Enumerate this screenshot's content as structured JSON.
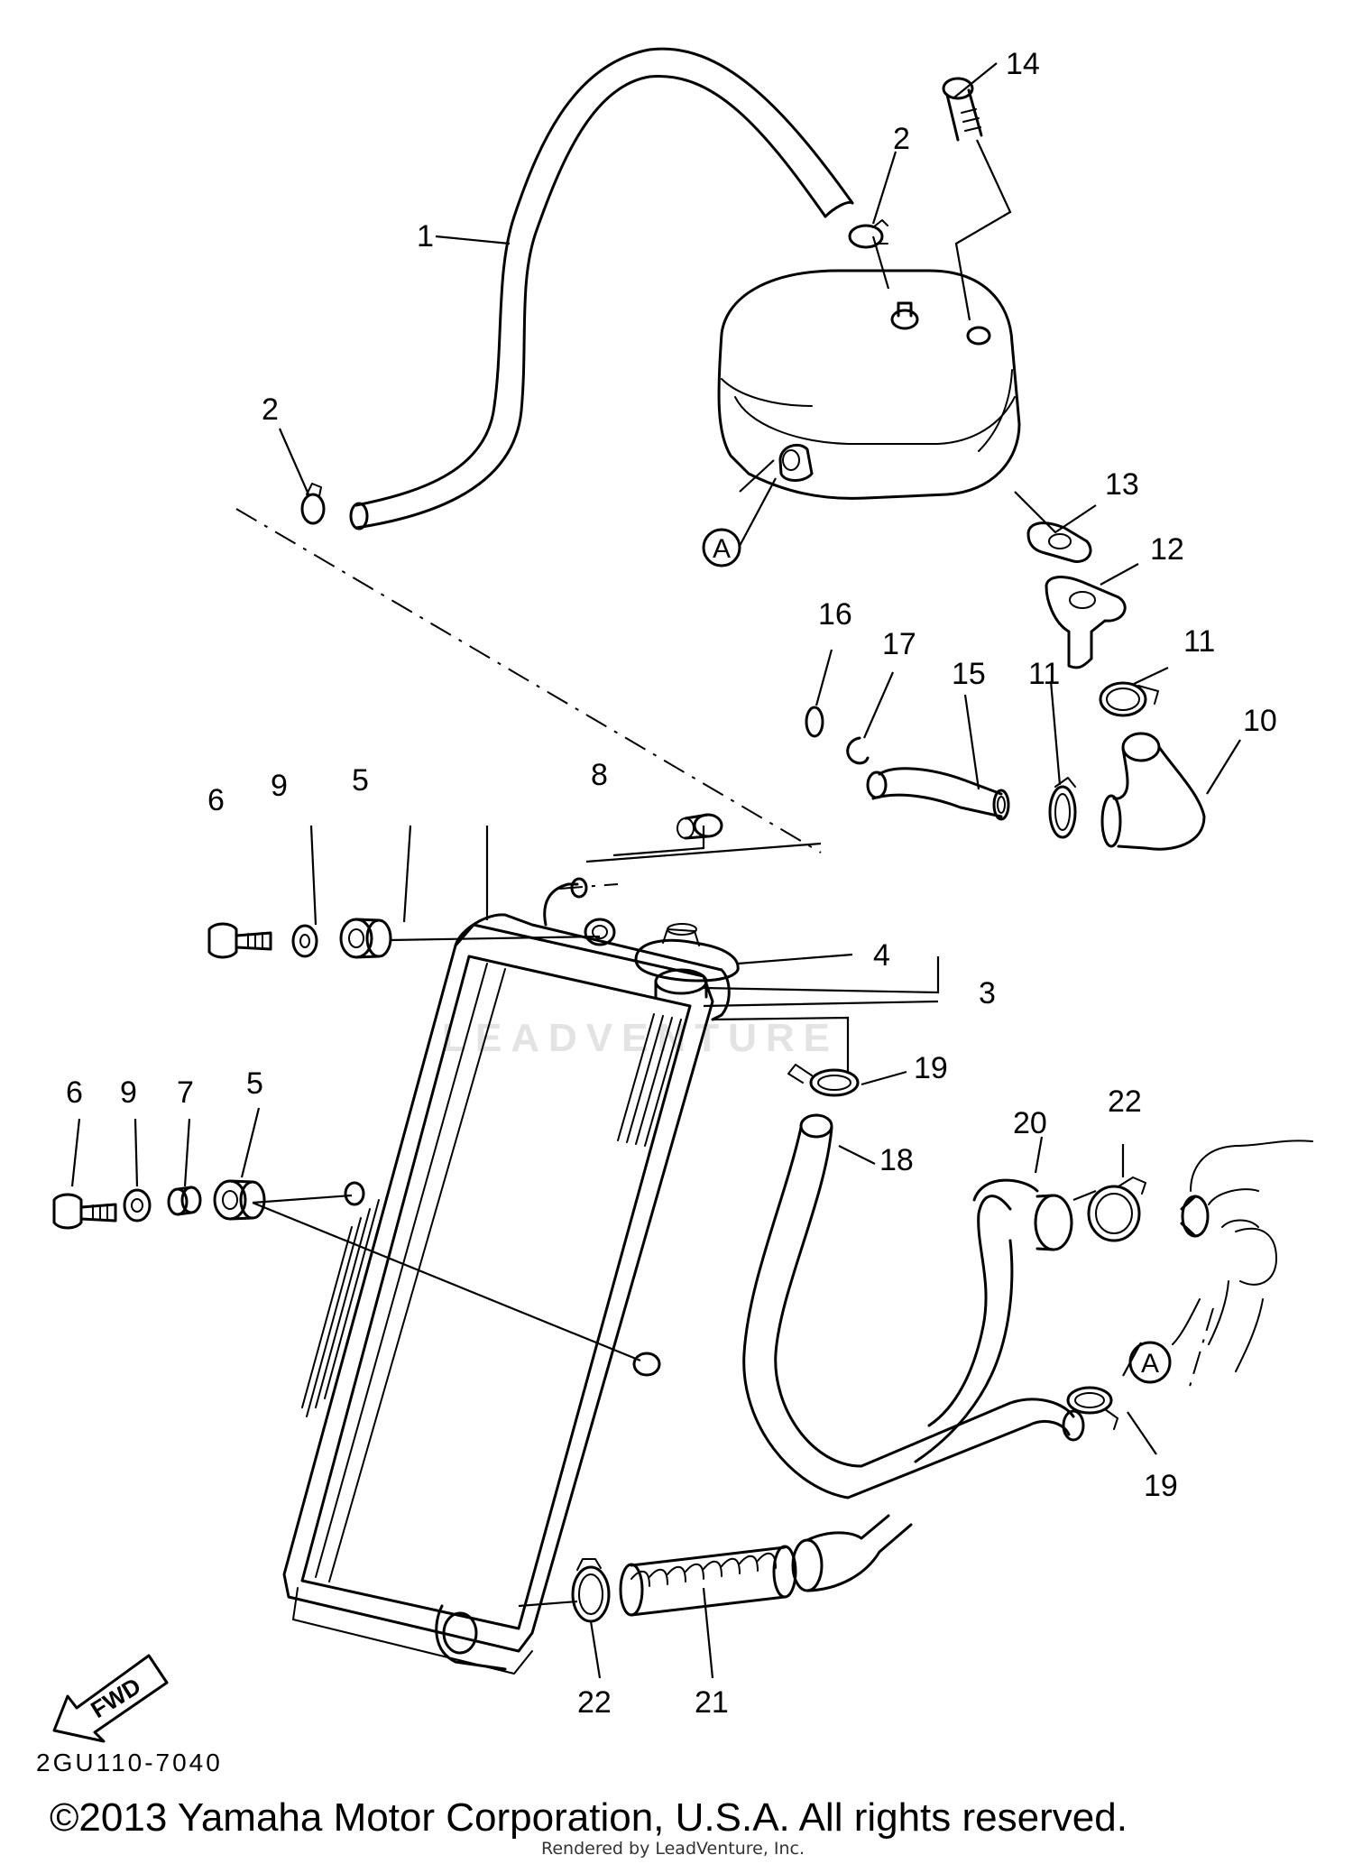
{
  "watermark": "LEADVENTURE",
  "callouts": {
    "c1": "1",
    "c2a": "2",
    "c2b": "2",
    "c3": "3",
    "c4": "4",
    "c5a": "5",
    "c5b": "5",
    "c6a": "6",
    "c6b": "6",
    "c7": "7",
    "c8": "8",
    "c9a": "9",
    "c9b": "9",
    "c10": "10",
    "c11a": "11",
    "c11b": "11",
    "c12": "12",
    "c13": "13",
    "c14": "14",
    "c15": "15",
    "c16": "16",
    "c17": "17",
    "c18": "18",
    "c19a": "19",
    "c19b": "19",
    "c20": "20",
    "c21": "21",
    "c22a": "22",
    "c22b": "22"
  },
  "ref_a_top": "A",
  "ref_a_bottom": "A",
  "fwd_label": "FWD",
  "diagram_code": "2GU110-7040",
  "copyright": "©2013 Yamaha Motor Corporation, U.S.A. All rights reserved.",
  "rendered_by": "Rendered by LeadVenture, Inc."
}
